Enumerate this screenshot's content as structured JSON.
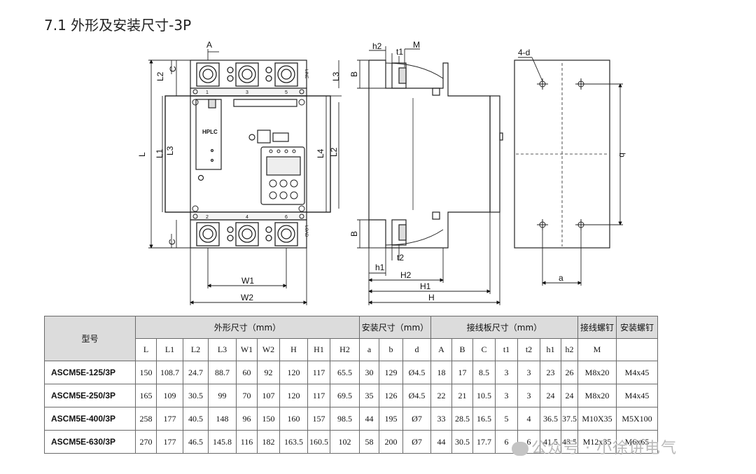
{
  "title": "7.1 外形及安装尺寸-3P",
  "front_view": {
    "dim_A": "A",
    "dim_C_top": "C",
    "dim_C_bottom": "C",
    "dim_L2_top": "L2",
    "dim_L": "L",
    "dim_L1": "L1",
    "dim_L3": "L3",
    "dim_L4": "L4",
    "dim_L2_right": "L2",
    "dim_L3_right": "L3",
    "dim_W1": "W1",
    "dim_W2": "W2",
    "brand": "HPLC",
    "line_label": "LINE",
    "load_label": "LOAD",
    "terminals_top": [
      "1",
      "3",
      "5"
    ],
    "terminals_bottom": [
      "2",
      "4",
      "6"
    ]
  },
  "side_view": {
    "dim_h2": "h2",
    "dim_t1": "t1",
    "dim_M": "M",
    "dim_B_top": "B",
    "dim_B_bottom": "B",
    "dim_h1": "h1",
    "dim_t2": "t2",
    "dim_H2": "H2",
    "dim_H1": "H1",
    "dim_H": "H"
  },
  "mount_view": {
    "dim_4d": "4-d",
    "dim_a": "a",
    "dim_b": "b"
  },
  "table": {
    "col_model": "型号",
    "group_outer": "外形尺寸（mm）",
    "group_mount": "安装尺寸（mm）",
    "group_terminal": "接线板尺寸（mm）",
    "group_wiring_screw": "接线螺钉",
    "group_mount_screw": "安装螺钉",
    "sub_headers": [
      "L",
      "L1",
      "L2",
      "L3",
      "W1",
      "W2",
      "H",
      "H1",
      "H2",
      "a",
      "b",
      "d",
      "A",
      "B",
      "C",
      "t1",
      "t2",
      "h1",
      "h2",
      "M",
      ""
    ],
    "rows": [
      [
        "ASCM5E-125/3P",
        "150",
        "108.7",
        "24.7",
        "88.7",
        "60",
        "92",
        "120",
        "117",
        "65.5",
        "30",
        "129",
        "Ø4.5",
        "18",
        "17",
        "8.5",
        "3",
        "3",
        "23",
        "26",
        "M8x20",
        "M4x45"
      ],
      [
        "ASCM5E-250/3P",
        "165",
        "109",
        "30.5",
        "99",
        "70",
        "107",
        "120",
        "117",
        "69.5",
        "35",
        "126",
        "Ø4.5",
        "22",
        "21",
        "10.5",
        "3",
        "3",
        "24",
        "24",
        "M8x20",
        "M4x45"
      ],
      [
        "ASCM5E-400/3P",
        "258",
        "177",
        "40.5",
        "148",
        "96",
        "150",
        "160",
        "157",
        "98.5",
        "44",
        "195",
        "Ø7",
        "33",
        "28.5",
        "16.5",
        "5",
        "4",
        "36.5",
        "37.5",
        "M10X35",
        "M5X100"
      ],
      [
        "ASCM5E-630/3P",
        "270",
        "177",
        "46.5",
        "145.8",
        "116",
        "182",
        "163.5",
        "160.5",
        "102",
        "58",
        "200",
        "Ø7",
        "44",
        "30.5",
        "17.7",
        "6",
        "6",
        "41.5",
        "43.5",
        "M12x35",
        "M6x65"
      ]
    ]
  },
  "watermark": "公众号 · 小徐讲电气"
}
